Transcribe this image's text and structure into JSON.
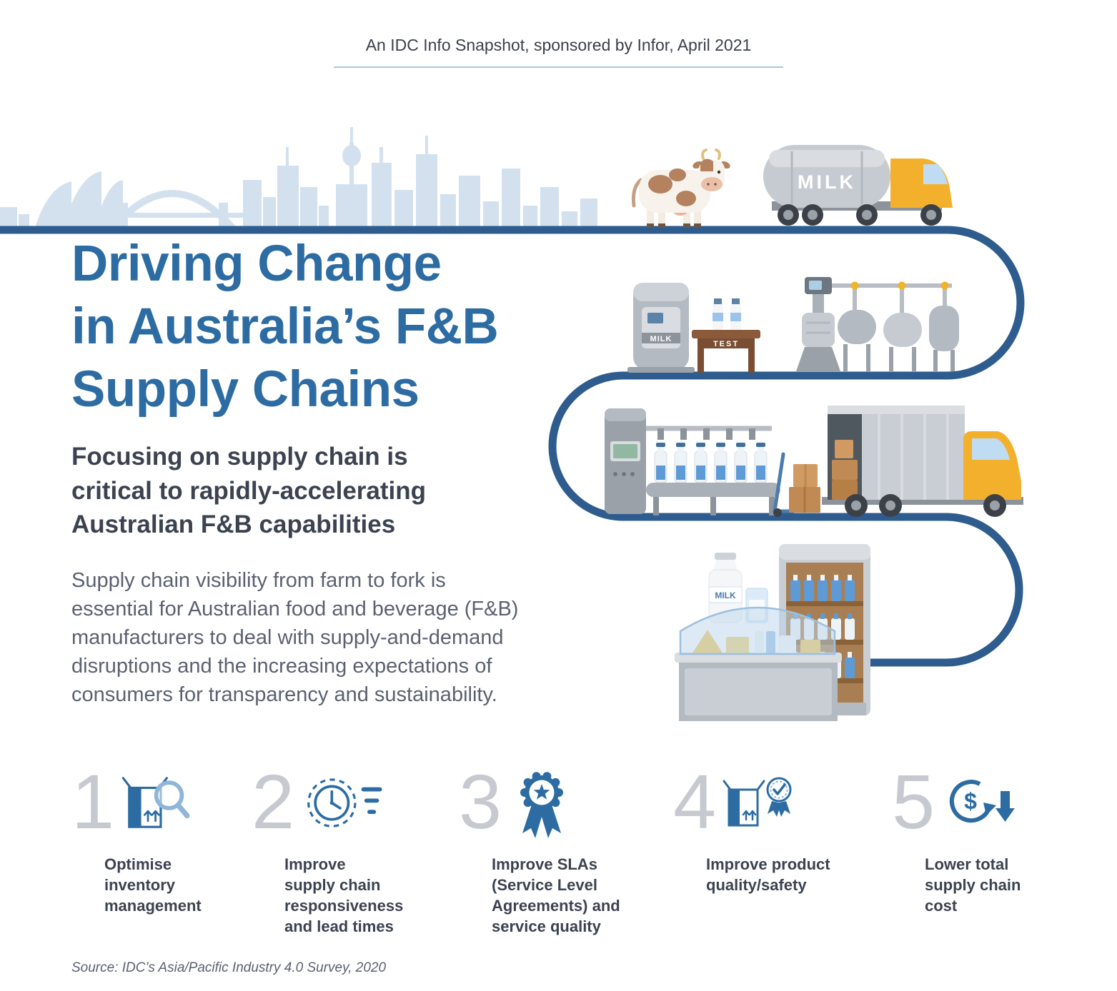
{
  "palette": {
    "title_blue": "#2d6ca3",
    "path_blue": "#2e5c8e",
    "skyline_light_blue": "#d3e1ef",
    "truck_yellow": "#f3b02c",
    "number_gray": "#c6cad0",
    "heading_dark": "#3c4350",
    "body_gray": "#5b6170",
    "icon_blue": "#2d6ca3",
    "icon_light_blue": "#8fb6d9"
  },
  "header": {
    "note": "An IDC Info Snapshot, sponsored by Infor, April 2021"
  },
  "hero": {
    "title": "Driving Change\nin Australia’s F&B\nSupply Chains",
    "subtitle": "Focusing on supply chain is\ncritical to rapidly-accelerating\nAustralian F&B capabilities",
    "body": "Supply chain visibility from farm to fork is\nessential for Australian food and beverage (F&B)\nmanufacturers to deal with supply-and-demand\ndisruptions and the increasing expectations of\nconsumers for transparency and sustainability."
  },
  "illustration": {
    "tanker_label": "MILK",
    "vat_label": "MILK",
    "table_label": "TEST",
    "bottle_label": "MILK",
    "scene_icons": [
      "sydney-skyline",
      "cow",
      "milk-tanker-truck",
      "milk-vat",
      "test-table",
      "processing-equipment",
      "bottling-line",
      "delivery-truck",
      "milk-bottle",
      "deli-counter",
      "retail-fridge"
    ]
  },
  "benefits": [
    {
      "number": "1",
      "icon": "inventory-search-icon",
      "label": "Optimise\ninventory\nmanagement"
    },
    {
      "number": "2",
      "icon": "clock-responsiveness-icon",
      "label": "Improve\nsupply chain\nresponsiveness\nand lead times"
    },
    {
      "number": "3",
      "icon": "award-ribbon-icon",
      "label": "Improve SLAs\n(Service Level\nAgreements) and\nservice quality"
    },
    {
      "number": "4",
      "icon": "quality-check-icon",
      "label": "Improve product\nquality/safety"
    },
    {
      "number": "5",
      "icon": "dollar-decrease-icon",
      "icon_char": "$",
      "label": "Lower total\nsupply chain\ncost"
    }
  ],
  "footer": {
    "source": "Source: IDC’s Asia/Pacific Industry 4.0 Survey, 2020"
  }
}
